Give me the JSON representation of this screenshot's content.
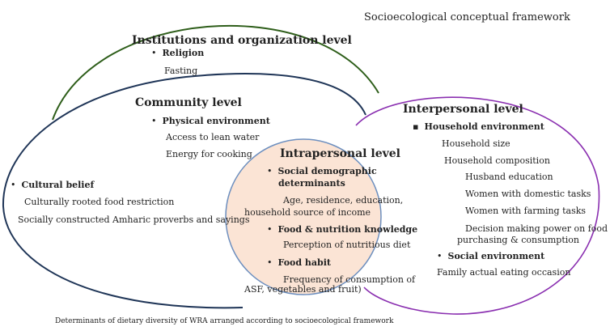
{
  "framework_title": "Socioecological conceptual framework",
  "caption": "Determinants of dietary diversity of WRA arranged according to socioecological framework",
  "bullets": {
    "round": "•",
    "square": "▪"
  },
  "colors": {
    "institutions_stroke": "#2e5e1a",
    "community_stroke": "#1f3557",
    "interpersonal_stroke": "#8a2fb0",
    "intrapersonal_fill": "#fbe4d5",
    "intrapersonal_stroke": "#6d8fbf"
  },
  "institutions": {
    "heading": "Institutions and organization level",
    "items": [
      {
        "label": "Religion",
        "details": [
          "Fasting"
        ]
      }
    ]
  },
  "community": {
    "heading": "Community level",
    "physical_environment": {
      "label": "Physical environment",
      "details": [
        "Access to lean water",
        "Energy for cooking"
      ]
    },
    "cultural_belief": {
      "label": "Cultural belief",
      "details": [
        "Culturally rooted food restriction",
        "Socially constructed Amharic proverbs and sayings"
      ]
    }
  },
  "interpersonal": {
    "heading": "Interpersonal level",
    "household_environment": {
      "label": "Household environment",
      "details": [
        "Household size",
        "Household composition"
      ],
      "sub_details": [
        "Husband education",
        "Women with domestic tasks",
        "Women with farming tasks",
        "Decision making power on food",
        "purchasing & consumption"
      ]
    },
    "social_environment": {
      "label": "Social environment",
      "details": [
        "Family actual eating occasion"
      ]
    }
  },
  "intrapersonal": {
    "heading": "Intrapersonal level",
    "social_demographic": {
      "label_line1": "Social demographic",
      "label_line2": "determinants",
      "details": [
        "Age, residence, education,",
        "household source of income"
      ]
    },
    "food_nutrition_knowledge": {
      "label": "Food & nutrition knowledge",
      "details": [
        "Perception of nutritious diet"
      ]
    },
    "food_habit": {
      "label": "Food habit",
      "details": [
        "Frequency of consumption of",
        "ASF, vegetables and fruit)"
      ]
    }
  }
}
